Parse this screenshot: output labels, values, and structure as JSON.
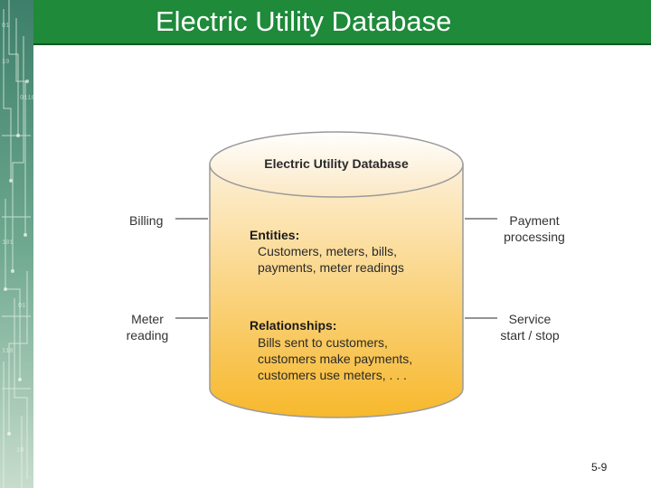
{
  "slide": {
    "title": "Electric Utility Database",
    "page_number": "5-9"
  },
  "database": {
    "title": "Electric Utility Database",
    "entities_heading": "Entities:",
    "entities_text": "Customers, meters, bills,\npayments, meter readings",
    "relationships_heading": "Relationships:",
    "relationships_text": "Bills sent to customers,\ncustomers make payments,\ncustomers use meters, . . ."
  },
  "applications": {
    "billing": "Billing",
    "meter_reading": "Meter\nreading",
    "payment_processing": "Payment\nprocessing",
    "service": "Service\nstart / stop"
  },
  "colors": {
    "header_green": "#1e8a3a",
    "cylinder_top": "#fbe8c4",
    "cylinder_bottom": "#f7b82c"
  }
}
